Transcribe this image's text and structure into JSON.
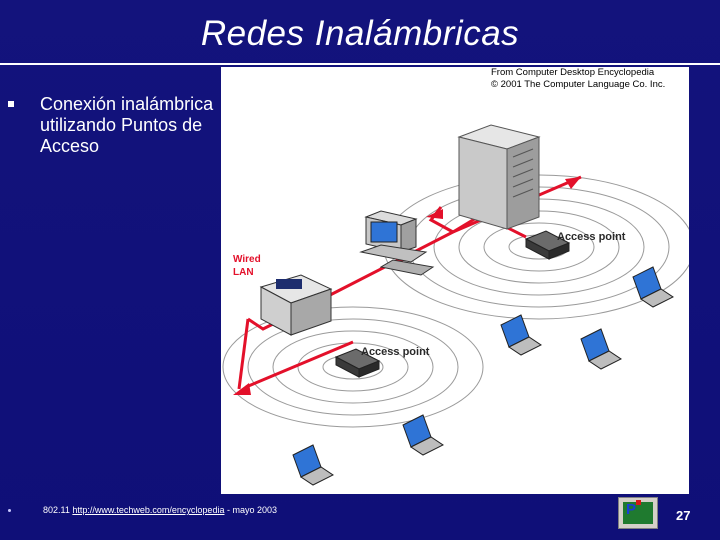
{
  "slide": {
    "title": "Redes Inalámbricas",
    "bullet_text": "Conexión inalámbrica utilizando Puntos de Acceso",
    "page_number": "27"
  },
  "figure": {
    "credit_line1": "From Computer Desktop Encyclopedia",
    "credit_line2": "© 2001 The Computer Language Co. Inc.",
    "label_access_point": "Access point",
    "label_wired": "Wired",
    "label_lan": "LAN",
    "colors": {
      "wired_line": "#e3102a",
      "laptop_screen": "#2f74d6",
      "server": "#c9c9c9"
    }
  },
  "footer": {
    "prefix": "802.11 ",
    "url": "http://www.techweb.com/encyclopedia",
    "suffix": " - mayo 2003"
  },
  "logo": {
    "icon": "presentation-logo-icon"
  }
}
